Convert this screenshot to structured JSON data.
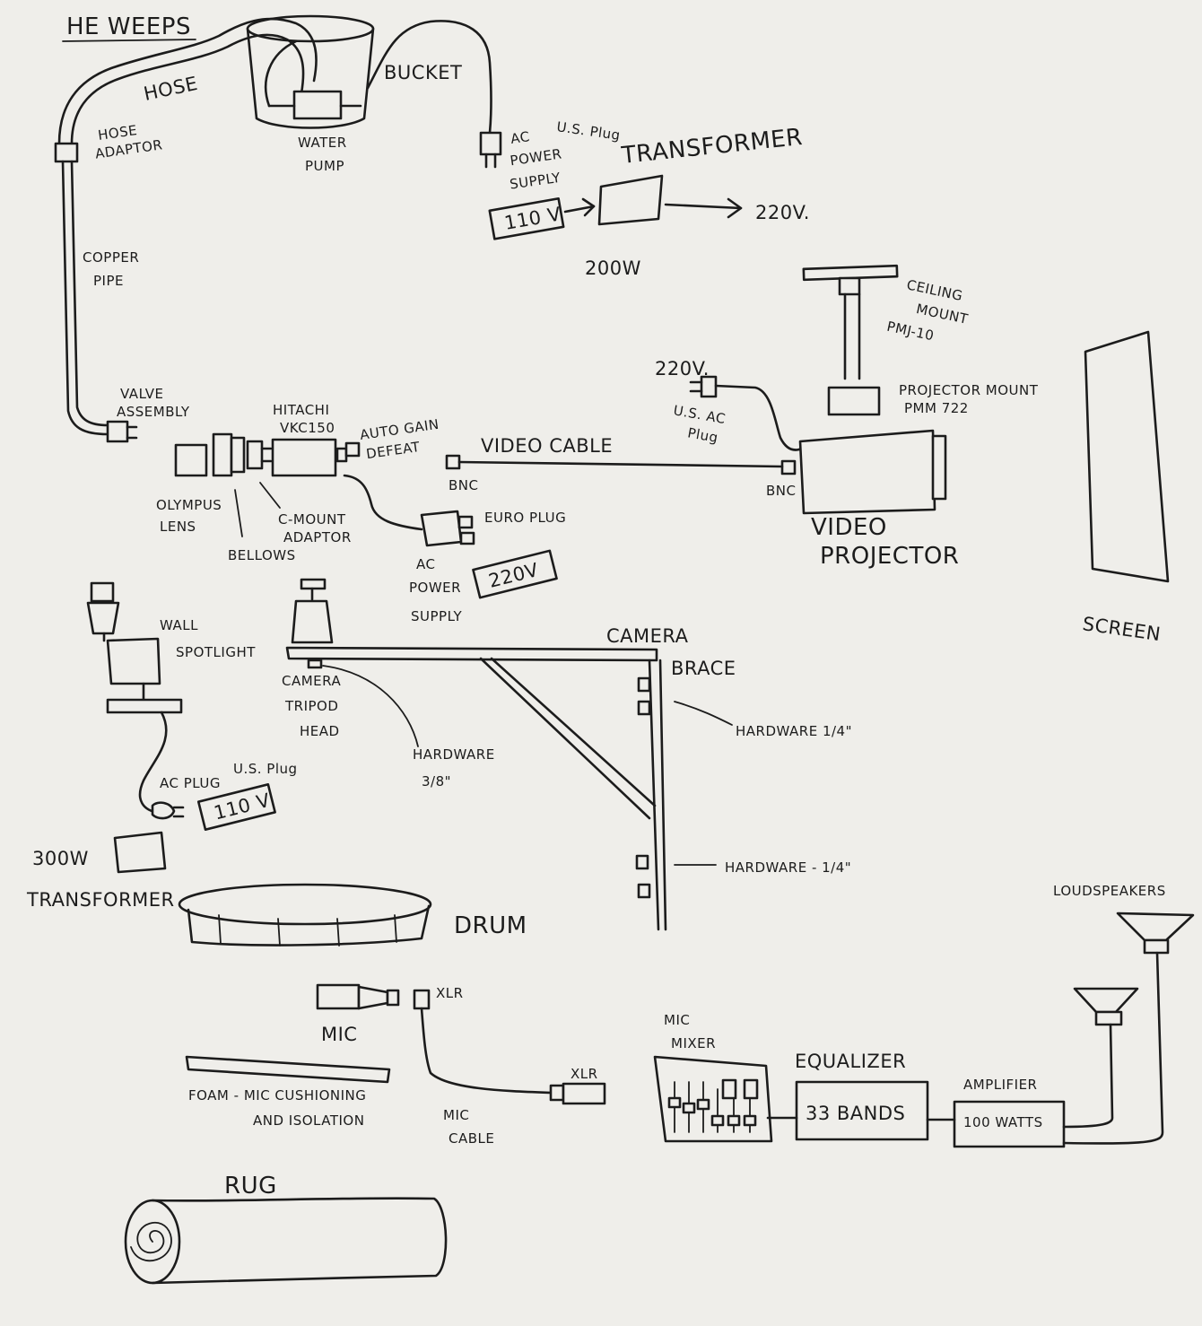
{
  "title": "HE WEEPS",
  "labels": {
    "hose": "HOSE",
    "hose_adaptor": [
      "HOSE",
      "ADAPTOR"
    ],
    "bucket": "BUCKET",
    "water_pump": [
      "WATER",
      "PUMP"
    ],
    "ac_power_supply_top": [
      "AC",
      "POWER",
      "SUPPLY"
    ],
    "us_plug_top": "U.S. Plug",
    "transformer_top": "TRANSFORMER",
    "volt_110_top": "110 V",
    "volt_220_top": "220V.",
    "watt_200_top": "200W",
    "copper_pipe": [
      "COPPER",
      "PIPE"
    ],
    "ceiling_mount": [
      "CEILING",
      "MOUNT",
      "PMJ-10"
    ],
    "volt_220_projector": "220V.",
    "us_ac_plug": [
      "U.S. AC",
      "Plug"
    ],
    "projector_mount": [
      "PROJECTOR MOUNT",
      "PMM 722"
    ],
    "valve_assembly": [
      "VALVE",
      "ASSEMBLY"
    ],
    "hitachi": [
      "HITACHI",
      "VKC150"
    ],
    "auto_gain": [
      "AUTO GAIN",
      "DEFEAT"
    ],
    "video_cable": "VIDEO CABLE",
    "bnc_left": "BNC",
    "bnc_right": "BNC",
    "video_projector": [
      "VIDEO",
      "PROJECTOR"
    ],
    "screen": "SCREEN",
    "olympus_lens": [
      "OLYMPUS",
      "LENS"
    ],
    "bellows": "BELLOWS",
    "c_mount": [
      "C-MOUNT",
      "ADAPTOR"
    ],
    "euro_plug": "EURO PLUG",
    "ac_power_supply_mid": [
      "AC",
      "POWER",
      "SUPPLY"
    ],
    "volt_220_mid": "220V",
    "wall_spotlight": [
      "WALL",
      "SPOTLIGHT"
    ],
    "camera_brace": [
      "CAMERA",
      "BRACE"
    ],
    "camera_tripod_head": [
      "CAMERA",
      "TRIPOD",
      "HEAD"
    ],
    "hardware_38": [
      "HARDWARE",
      "3/8\""
    ],
    "hardware_14_top": "HARDWARE 1/4\"",
    "hardware_14_bottom": "HARDWARE - 1/4\"",
    "ac_plug": "AC PLUG",
    "us_plug_mid": "U.S. Plug",
    "volt_110_mid": "110 V",
    "watt_300": "300W",
    "transformer_bottom": "TRANSFORMER",
    "drum": "DRUM",
    "loudspeakers": "LOUDSPEAKERS",
    "xlr_top": "XLR",
    "mic": "MIC",
    "xlr_bottom": "XLR",
    "mic_mixer": [
      "MIC",
      "MIXER"
    ],
    "equalizer": "EQUALIZER",
    "bands": "33 BANDS",
    "amplifier": "AMPLIFIER",
    "watts": "100 WATTS",
    "foam": [
      "FOAM - MIC CUSHIONING",
      "AND ISOLATION"
    ],
    "mic_cable": [
      "MIC",
      "CABLE"
    ],
    "rug": "RUG"
  }
}
